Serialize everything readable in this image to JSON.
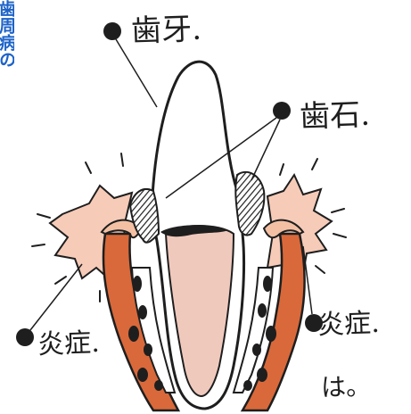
{
  "side_title": "歯周病の",
  "labels": {
    "tooth": "歯牙.",
    "calculus": "歯石.",
    "inflammation_left": "炎症.",
    "inflammation_right": "炎症.",
    "signature": "は。"
  },
  "colors": {
    "outline": "#1e1e1e",
    "tooth_fill": "#ffffff",
    "pulp": "#f0c9bd",
    "gum": "#d9693a",
    "gum_light": "#f3c0a4",
    "inflammation": "#f6cbb8",
    "bone": "#ffffff",
    "bone_holes": "#1e1e1e",
    "title_blue": "#1d63c8"
  }
}
